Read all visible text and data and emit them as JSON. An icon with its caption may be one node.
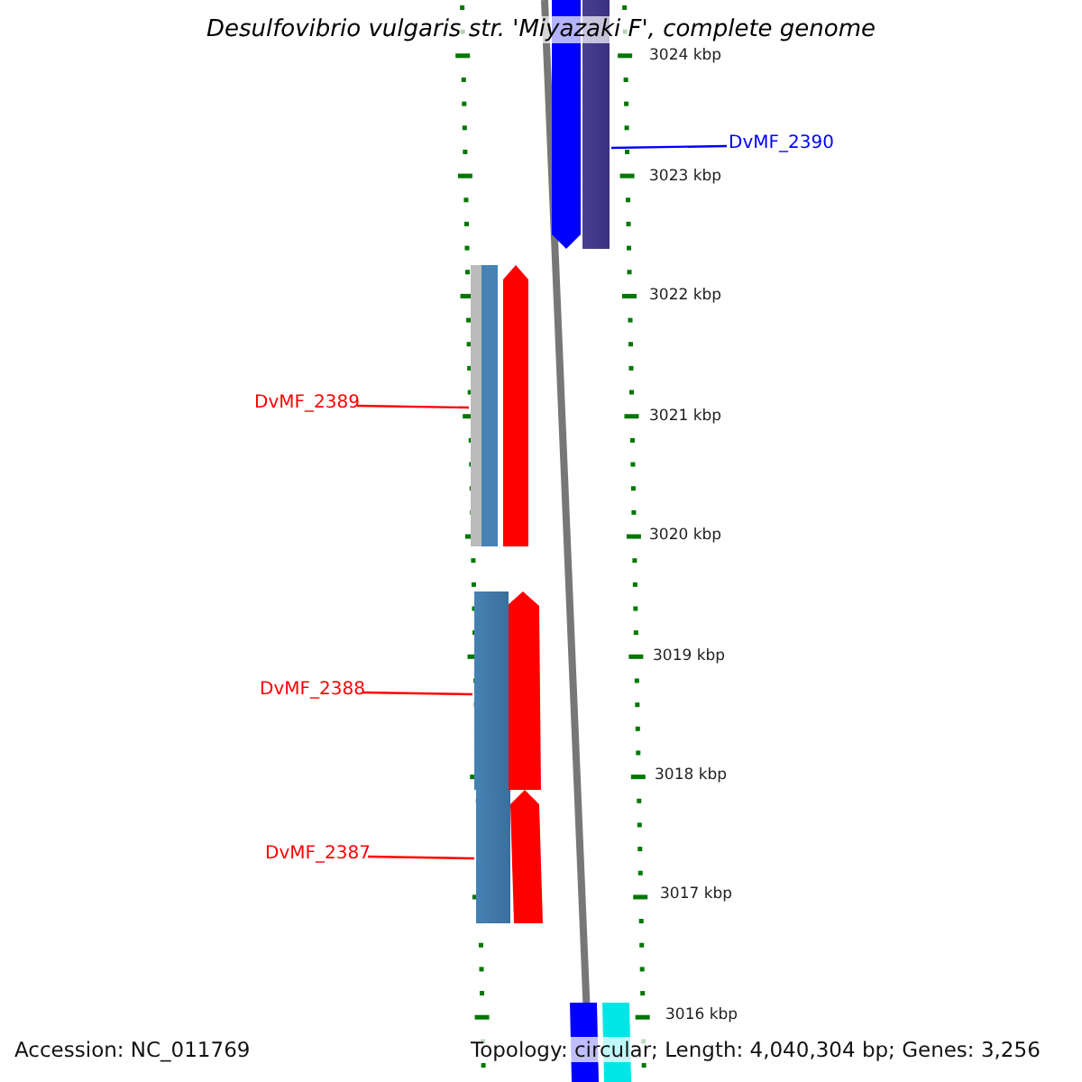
{
  "diagram": {
    "title": "Desulfovibrio vulgaris str. 'Miyazaki F', complete genome",
    "nodes": [
      {
        "text": [
          "DvMF_2390"
        ]
      },
      {
        "text": [],
        "shape": "bar"
      },
      {
        "text": [
          "DvMF_2389"
        ]
      },
      {
        "text": [],
        "shape": "bar"
      },
      {
        "text": [
          "DvMF_2388"
        ]
      },
      {
        "text": [],
        "shape": "bar"
      },
      {
        "text": [
          "DvMF_2387"
        ]
      },
      {
        "text": [],
        "shape": "bar"
      }
    ],
    "edges": [
      {
        "from": 0,
        "to": 1,
        "arrow": "none",
        "color": "#0000ff"
      },
      {
        "from": 2,
        "to": 3,
        "arrow": "none"
      },
      {
        "from": 4,
        "to": 5,
        "arrow": "none"
      },
      {
        "from": 6,
        "to": 7,
        "arrow": "none"
      }
    ],
    "labels": [
      "3024 kbp",
      "3023 kbp",
      "3022 kbp",
      "3021 kbp",
      "3020 kbp",
      "3019 kbp",
      "3018 kbp",
      "3017 kbp",
      "3016 kbp",
      "Accession: NC_011769",
      "Topology: circular; Length: 4,040,304 bp; Genes: 3,256"
    ]
  }
}
